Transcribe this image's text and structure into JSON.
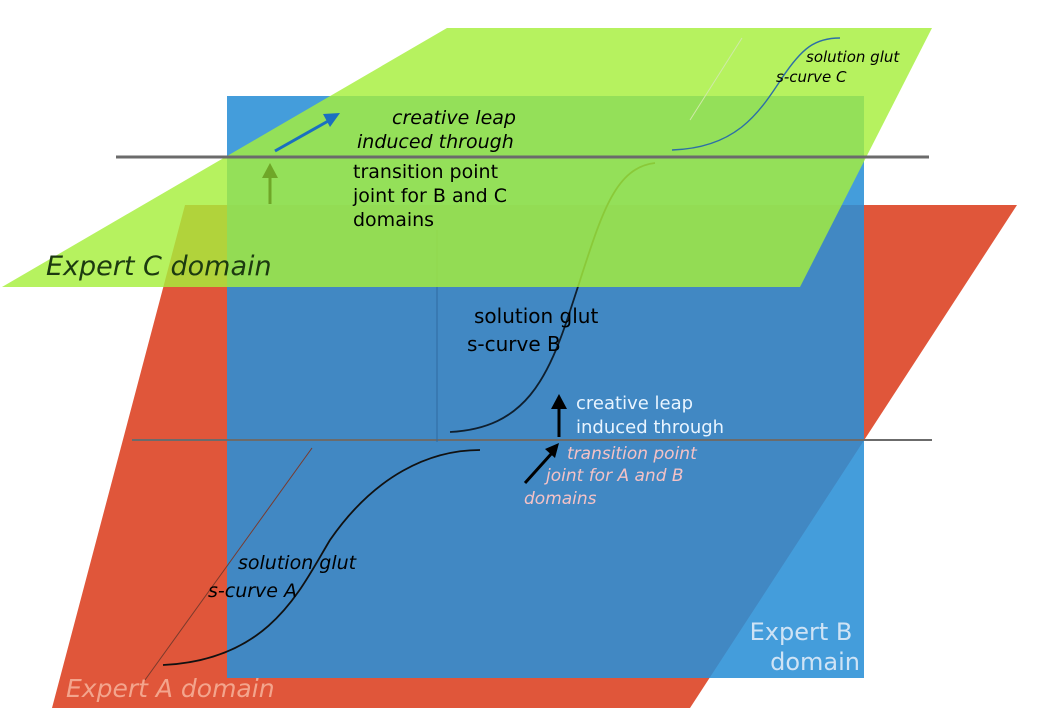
{
  "domains": {
    "a": "Expert A domain",
    "b": [
      "Expert B",
      "domain"
    ],
    "c": "Expert C domain"
  },
  "curves": {
    "a": [
      "solution glut",
      "s-curve A"
    ],
    "b": [
      "solution glut",
      "s-curve B"
    ],
    "c": [
      "solution glut",
      "s-curve C"
    ]
  },
  "transitions": {
    "ab_leap": [
      "creative leap",
      "induced through"
    ],
    "ab_point": [
      "transition point",
      "joint for A and B",
      "domains"
    ],
    "bc_leap": [
      "creative leap",
      "induced through"
    ],
    "bc_point": [
      "transition point",
      "joint for B and C",
      "domains"
    ]
  },
  "colors": {
    "domain_a": "#e0563a",
    "domain_b": "#2a8fd6",
    "domain_c": "#a6ef3c",
    "guide_line": "#6b6b6b"
  }
}
